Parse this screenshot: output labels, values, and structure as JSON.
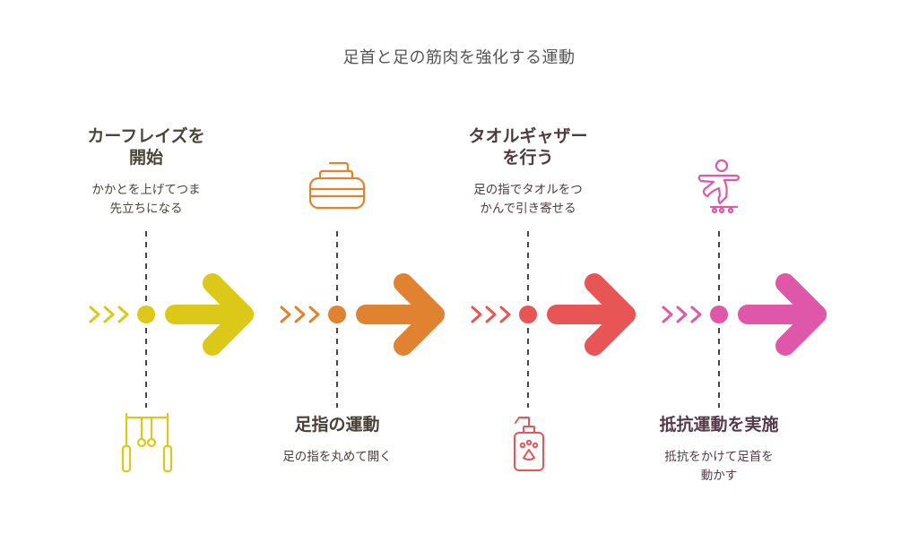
{
  "title": "足首と足の筋肉を強化する運動",
  "steps": [
    {
      "heading": "カーフレイズを開始",
      "heading_lines": [
        "カーフレイズを",
        "開始"
      ],
      "description_lines": [
        "かかとを上げてつま",
        "先立ちになる"
      ],
      "icon": "gymnastic-rings-icon",
      "color": "#DCC818",
      "text_color": "#4A4538",
      "label_position": "top"
    },
    {
      "heading": "足指の運動",
      "heading_lines": [
        "足指の運動"
      ],
      "description_lines": [
        "足の指を丸めて開く"
      ],
      "icon": "curling-stone-icon",
      "color": "#E0822F",
      "text_color": "#4A4038",
      "label_position": "bottom"
    },
    {
      "heading": "タオルギャザーを行う",
      "heading_lines": [
        "タオルギャザー",
        "を行う"
      ],
      "description_lines": [
        "足の指でタオルをつ",
        "かんで引き寄せる"
      ],
      "icon": "pump-bottle-paw-icon",
      "color": "#E85555",
      "text_color": "#4E3B3E",
      "label_position": "top"
    },
    {
      "heading": "抵抗運動を実施",
      "heading_lines": [
        "抵抗運動を実施"
      ],
      "description_lines": [
        "抵抗をかけて足首を",
        "動かす"
      ],
      "icon": "skateboarder-icon",
      "color": "#DE57A8",
      "text_color": "#553A4A",
      "label_position": "bottom"
    }
  ]
}
